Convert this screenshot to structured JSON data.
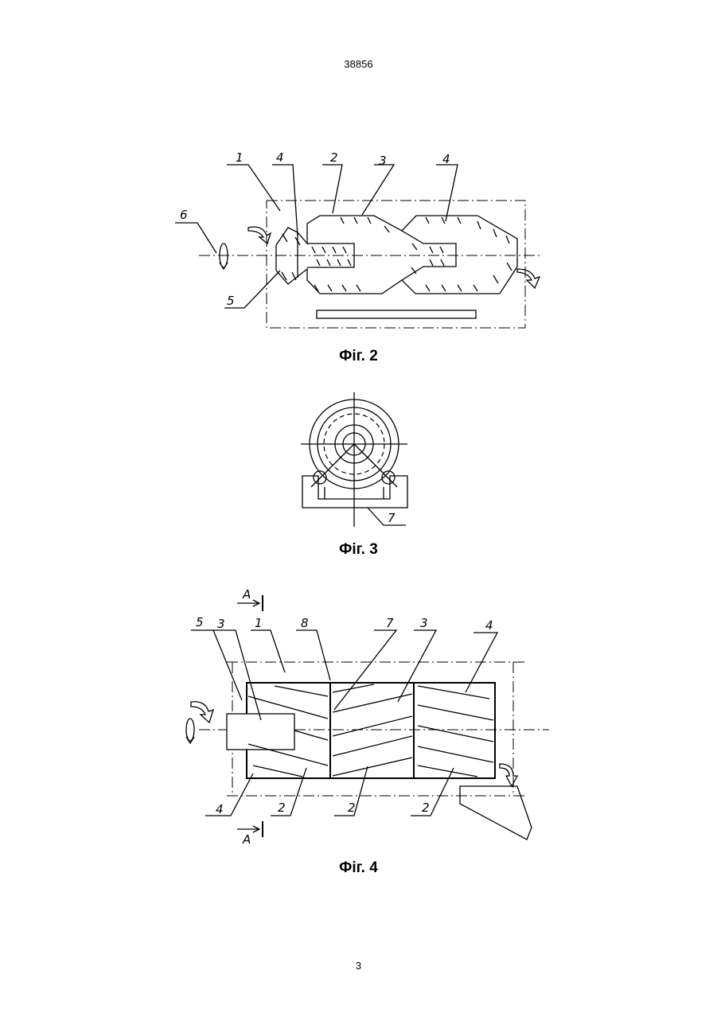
{
  "page": {
    "patent_number": "38856",
    "page_number": "3"
  },
  "figures": [
    {
      "caption": "Фіг. 2",
      "labels": [
        "1",
        "4",
        "2",
        "3",
        "4",
        "6",
        "5"
      ]
    },
    {
      "caption": "Фіг. 3",
      "labels": [
        "7"
      ]
    },
    {
      "caption": "Фіг. 4",
      "labels": [
        "A",
        "5",
        "3",
        "1",
        "8",
        "7",
        "3",
        "4",
        "4",
        "2",
        "2",
        "2",
        "A"
      ]
    }
  ]
}
